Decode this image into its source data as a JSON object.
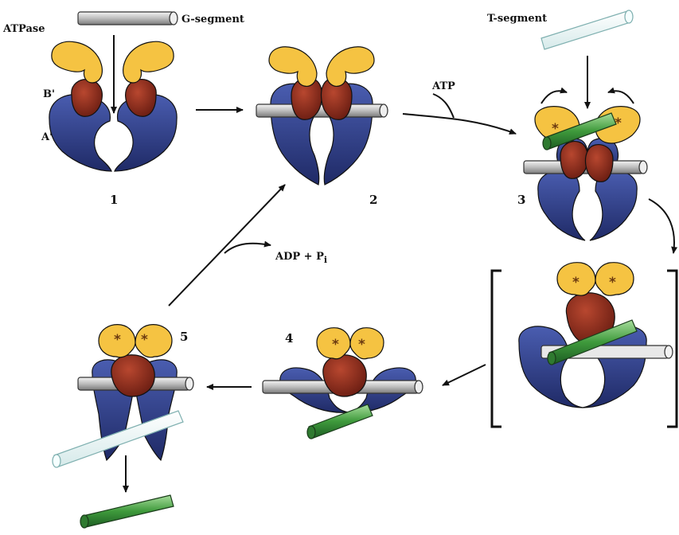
{
  "labels": {
    "atpase": "ATPase",
    "g_segment": "G-segment",
    "t_segment": "T-segment",
    "b_prime": "B'",
    "a_prime": "A'",
    "atp": "ATP",
    "adp_pi": "ADP + P",
    "adp_pi_sub": "i",
    "star": "*"
  },
  "steps": [
    "1",
    "2",
    "3",
    "4",
    "5"
  ],
  "colors": {
    "atpase_yellow": "#f5c342",
    "b_domain_red": "#8e2a1c",
    "a_domain_blue": "#2c3a86",
    "g_segment_gray": "#bdbdbd",
    "t_segment_green": "#3f9a3c",
    "t_segment_pale": "#e6f3f3"
  }
}
